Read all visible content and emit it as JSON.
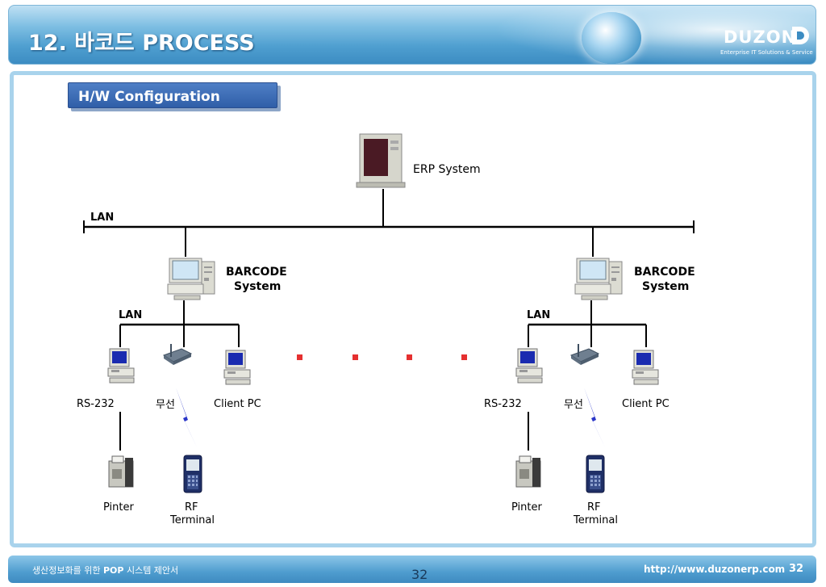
{
  "header": {
    "title_num": "12.",
    "title_ko": "바코드",
    "title_en": "PROCESS",
    "logo_text": "DUZON",
    "logo_tagline": "Enterprise IT Solutions & Service"
  },
  "section": {
    "label": "H/W Configuration"
  },
  "diagram": {
    "erp": "ERP System",
    "lan_main": "LAN",
    "barcode_line1": "BARCODE",
    "barcode_line2": "System",
    "lan_sub": "LAN",
    "rs232": "RS-232",
    "wireless": "무선",
    "client_pc": "Client PC",
    "printer": "Pinter",
    "rf_line1": "RF",
    "rf_line2": "Terminal"
  },
  "footer": {
    "left_prefix": "생산정보화를 위한",
    "left_bold": "POP",
    "left_suffix": "시스템 제안서",
    "page": "32",
    "url": "http://www.duzonerp.com",
    "page_num": "32"
  },
  "colors": {
    "accent": "#3c8cc2",
    "section_blue": "#2f5ea8",
    "dots": "#e53030",
    "bolt": "#2a36c8"
  }
}
